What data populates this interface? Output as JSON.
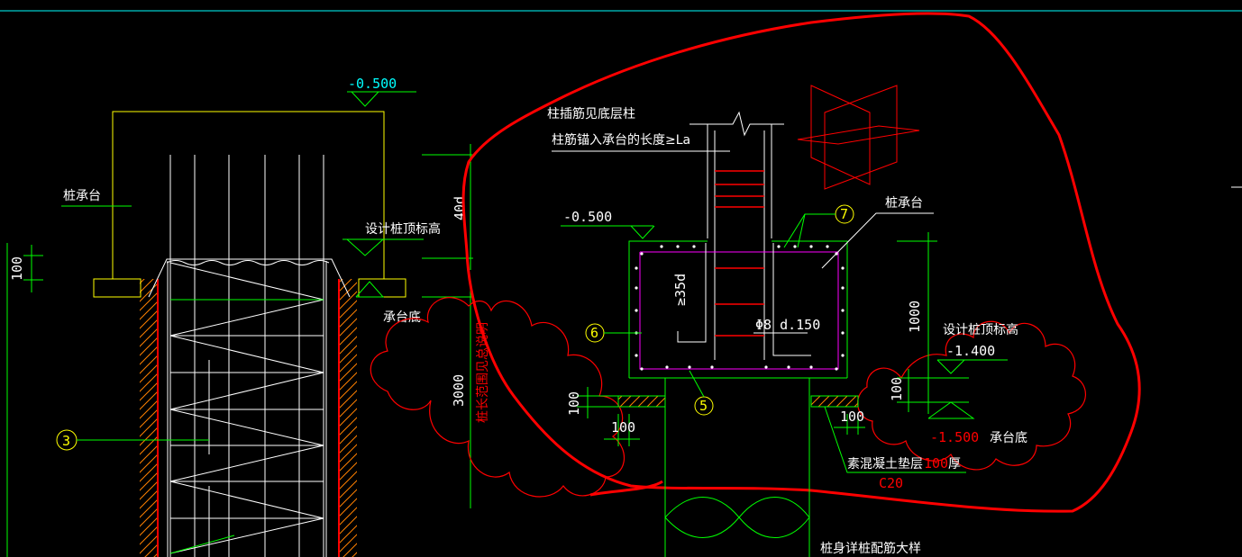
{
  "drawing": {
    "labels": {
      "elev_left": "-0.500",
      "pile_cap_left": "桩承台",
      "dim_100_left": "100",
      "design_pile_top_left": "设计桩顶标高",
      "cap_bottom_left": "承台底",
      "dim_40d": "40d",
      "dim_3000": "3000",
      "red_vertical_note": "桩长范围见总说明",
      "circle_3": "3",
      "note_col_rebar_1": "柱插筋见底层柱",
      "note_col_rebar_2": "柱筋锚入承台的长度≥La",
      "elev_mid": "-0.500",
      "pile_cap_right": "桩承台",
      "circle_7": "7",
      "dim_35d": "≥35d",
      "circle_6": "6",
      "stirrup": "Φ8 d.150",
      "circle_5": "5",
      "dim_100_a": "100",
      "dim_100_b": "100",
      "dim_100_c": "100",
      "dim_1000": "1000",
      "design_pile_top_right": "设计桩顶标高",
      "elev_right": "-1.400",
      "dim_100_d": "100",
      "elev_red": "-1.500",
      "cap_bottom_right": "承台底",
      "bedding": "素混凝土垫层",
      "bedding_thk": "100",
      "bedding_unit": "厚",
      "concrete_grade": "C20",
      "bottom_note": "桩身详桩配筋大样"
    },
    "colors": {
      "white": "#ffffff",
      "green": "#00ff00",
      "yellow": "#ffff00",
      "red": "#ff0000",
      "cyan": "#00ffff",
      "magenta": "#ff00ff",
      "orange": "#ff8000"
    }
  }
}
